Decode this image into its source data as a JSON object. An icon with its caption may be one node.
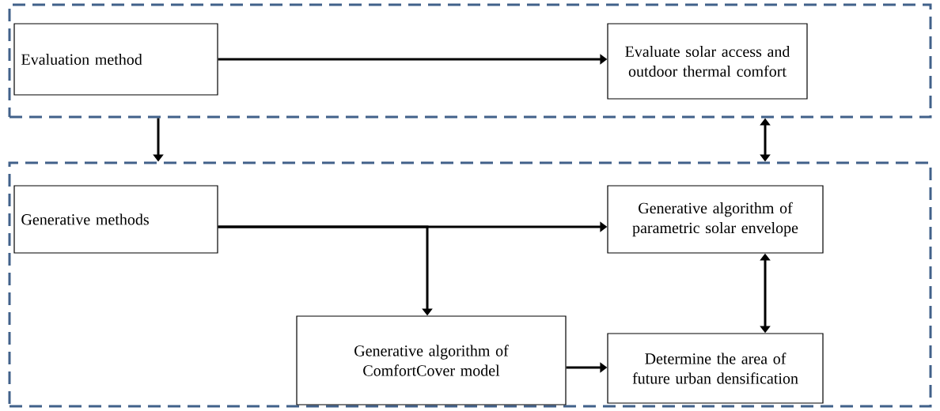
{
  "diagram": {
    "nodes": [
      {
        "text": [],
        "shape": "box"
      },
      {
        "text": [
          "Evaluation method"
        ],
        "in": 0
      },
      {
        "text": [
          "Evaluate solar access and outdoor thermal comfort"
        ],
        "in": 0
      },
      {
        "text": [],
        "shape": "box"
      },
      {
        "text": [
          "Generative methods"
        ],
        "in": 3
      },
      {
        "text": [
          "Generative algorithm of parametric solar envelope"
        ],
        "in": 3
      },
      {
        "text": [
          "Generative algorithm of ComfortCover model"
        ],
        "in": 3
      },
      {
        "text": [
          "Determine the area of future urban densification"
        ],
        "in": 3
      }
    ],
    "edges": [
      {
        "from": 1,
        "to": 2,
        "arrow": "to"
      },
      {
        "from": 0,
        "to": 3,
        "arrow": "to"
      },
      {
        "from": 0,
        "to": 3,
        "arrow": "both"
      },
      {
        "from": 4,
        "to": 5,
        "arrow": "to"
      },
      {
        "from": 4,
        "to": 6,
        "arrow": "to"
      },
      {
        "from": 5,
        "to": 7,
        "arrow": "both"
      },
      {
        "from": 6,
        "to": 7,
        "arrow": "to"
      }
    ]
  }
}
